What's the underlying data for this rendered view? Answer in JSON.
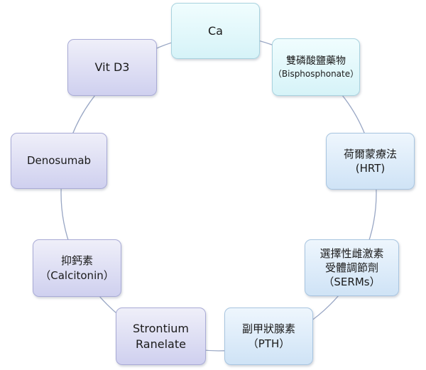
{
  "nodes": [
    {
      "id": "ca",
      "lines": [
        "Ca"
      ]
    },
    {
      "id": "bisphosphonate",
      "lines": [
        "雙磷酸鹽藥物",
        "（Bisphosphonate）"
      ]
    },
    {
      "id": "hrt",
      "lines": [
        "荷爾蒙療法",
        "(HRT)"
      ]
    },
    {
      "id": "serms",
      "lines": [
        "選擇性雌激素",
        "受體調節劑",
        "（SERMs）"
      ]
    },
    {
      "id": "pth",
      "lines": [
        "副甲狀腺素",
        "（PTH）"
      ]
    },
    {
      "id": "strontium",
      "lines": [
        "Strontium",
        "Ranelate"
      ]
    },
    {
      "id": "calcitonin",
      "lines": [
        "抑鈣素",
        "（Calcitonin）"
      ]
    },
    {
      "id": "denosumab",
      "lines": [
        "Denosumab"
      ]
    },
    {
      "id": "vitd3",
      "lines": [
        "Vit D3"
      ]
    }
  ],
  "colors": {
    "ring": "#98a6c4",
    "cyan": "#dcf5f9",
    "blue": "#d5e6f7",
    "purple": "#d3d4f0"
  }
}
